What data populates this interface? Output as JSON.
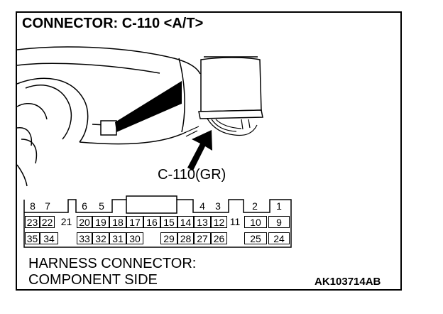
{
  "title": "CONNECTOR: C-110 <A/T>",
  "callout_label": "C-110(GR)",
  "caption_line1": "HARNESS CONNECTOR:",
  "caption_line2": "COMPONENT SIDE",
  "figure_code": "AK103714AB",
  "pins": {
    "row1": [
      "8",
      "7",
      "6",
      "5",
      "4",
      "3",
      "2",
      "1"
    ],
    "row2": [
      "23",
      "22",
      "21",
      "20",
      "19",
      "18",
      "17",
      "16",
      "15",
      "14",
      "13",
      "12",
      "11",
      "10",
      "9"
    ],
    "row3": [
      "35",
      "34",
      "33",
      "32",
      "31",
      "30",
      "29",
      "28",
      "27",
      "26",
      "25",
      "24"
    ]
  }
}
